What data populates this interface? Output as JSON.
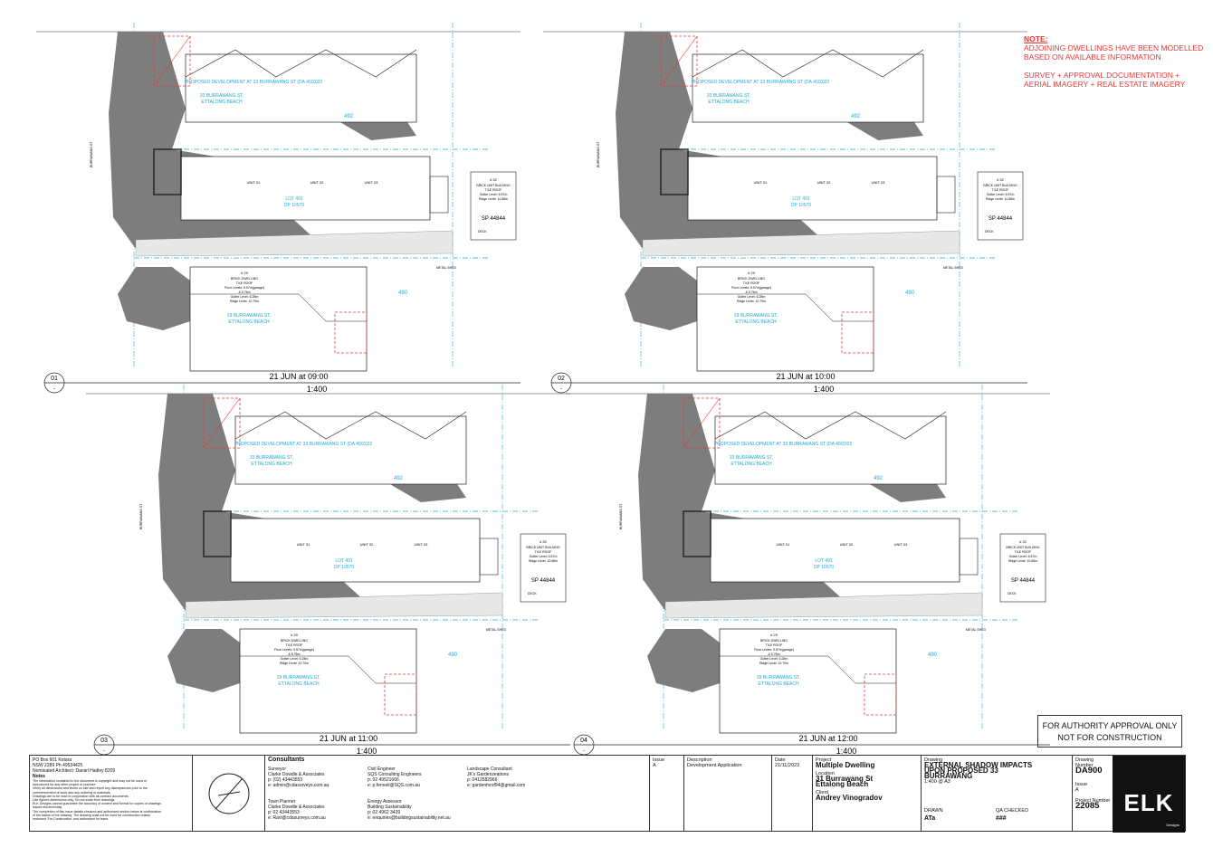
{
  "note": {
    "heading": "NOTE:",
    "lines": [
      "ADJOINING DWELLINGS HAVE BEEN MODELLED",
      "BASED ON AVAILABLE INFORMATION",
      "",
      "SURVEY + APPROVAL DOCUMENTATION +",
      "AERIAL IMAGERY + REAL ESTATE IMAGERY"
    ]
  },
  "views": [
    {
      "num": "01",
      "title": "21 JUN at 09:00",
      "scale": "1:400"
    },
    {
      "num": "02",
      "title": "21 JUN at 10:00",
      "scale": "1:400"
    },
    {
      "num": "03",
      "title": "21 JUN at 11:00",
      "scale": "1:400"
    },
    {
      "num": "04",
      "title": "21 JUN at 12:00",
      "scale": "1:400"
    }
  ],
  "plan": {
    "north_text": "PROPOSED DEVELOPMENT AT 33 BURRAWANG ST (DA 40/2022",
    "north_addr1": "33 BURRAWANG ST,",
    "north_addr2": "ETTALONG BEACH",
    "north_lot": "492",
    "units": [
      "UNIT 01",
      "UNIT 02",
      "UNIT 03"
    ],
    "lot1": "LOT 491",
    "lot2": "DP 10570",
    "east_no": "# 32",
    "east_desc": [
      "BRICK UNIT BUILDING",
      "TILE ROOF",
      "Gutter Level: 6.57m",
      "Ridge Level: 10.68m"
    ],
    "sp": "SP 44844",
    "deck": "DECK",
    "shed": "METAL SHED",
    "south_no": "# 29",
    "south_desc": [
      "BRICK DWELLING",
      "TILE ROOF",
      "Floor Levels: 5.57m(garage)",
      "& 5.76m",
      "Gutter Level: 6.28m",
      "Ridge Level: 10.70m"
    ],
    "south_addr1": "29 BURRAWANG ST,",
    "south_addr2": "ETTALONG BEACH",
    "south_lot": "490",
    "street": "BURRAWANG ST"
  },
  "authority": {
    "line1": "FOR AUTHORITY APPROVAL ONLY",
    "line2": "NOT FOR CONSTRUCTION"
  },
  "title_block": {
    "office": [
      "PO Box 601 Kotara",
      "NSW 2289 Ph 49534425",
      "Nominated Architect: Daniel Hadley 8209"
    ],
    "notes_head": "Notes",
    "notes": [
      "The information contained in the document is copyright and may not be used or",
      "reproduced for any other project or purpose.",
      "Verify all dimensions and levels on site and report any discrepancies prior to the",
      "commencement of work and any ordering of materials.",
      "Drawings are to be read in conjunction with all contract documents",
      "Use figured dimensions only. Do not scale from drawings",
      "ELK Designs cannot guarantee the accuracy of content and format for copies of drawings",
      "issued electronically.",
      "The completion of this issue details checked and authorised section below is confirmation",
      "of the status of the drawing. The drawing shall not be used for construction unless",
      "endorsed 'For Construction' and authorised for issue."
    ],
    "consultants_head": "Consultants",
    "consultants": [
      {
        "role": "Surveyor",
        "lines": [
          "Clarke Dowdle & Associates",
          "p: (02) 43443553",
          "e: admin@cdasurveys.com.au"
        ]
      },
      {
        "role": "Town Planner",
        "lines": [
          "Clarke Dowdle & Associates",
          "p: 02 43443553",
          "e: Ravi@cdasurveys.com.au"
        ]
      },
      {
        "role": "Civil Engineer",
        "lines": [
          "SQS Consulting Engineers",
          "p: 02 49521666",
          "e: p.fennell@SQS.com.au"
        ]
      },
      {
        "role": "Energy Assessor",
        "lines": [
          "Building Sustainability",
          "p: 02 4962 3439",
          "e: enquiries@buildingsustainability.net.au"
        ]
      },
      {
        "role": "Landscape Consultant",
        "lines": [
          "JK's Gardenzeations",
          "p: 0412582966",
          "e: gardenforsf94@gmail.com"
        ]
      }
    ],
    "issue_head": "Issue",
    "issue": "A",
    "desc_head": "Description",
    "desc": "Development Application",
    "date_head": "Date",
    "date": "21/11/2023",
    "project_head": "Project",
    "project": "Multiple Dwelling",
    "location_head": "Location",
    "location1": "31 Burrawang St",
    "location2": "Ettalong Beach",
    "client_head": "Client",
    "client": "Andrey Vinogradov",
    "drawing_head": "Drawing",
    "drawing1": "EXTERNAL SHADOW IMPACTS",
    "drawing2": "UPON PROPOSED 33",
    "drawing3": "BURRAWANG",
    "drawing_scale": "1:400 @ A3",
    "drawn_head": "DRAWN",
    "drawn": "ATa",
    "qa_head": "QA CHECKED",
    "qa": "###",
    "drawing_no_head": "Drawing Number",
    "drawing_no": "DA900",
    "issue2_head": "Issue",
    "issue2": "A",
    "project_no_head": "Project Number",
    "project_no": "22085",
    "logo": "ELK",
    "logo_sub": "Designs"
  }
}
